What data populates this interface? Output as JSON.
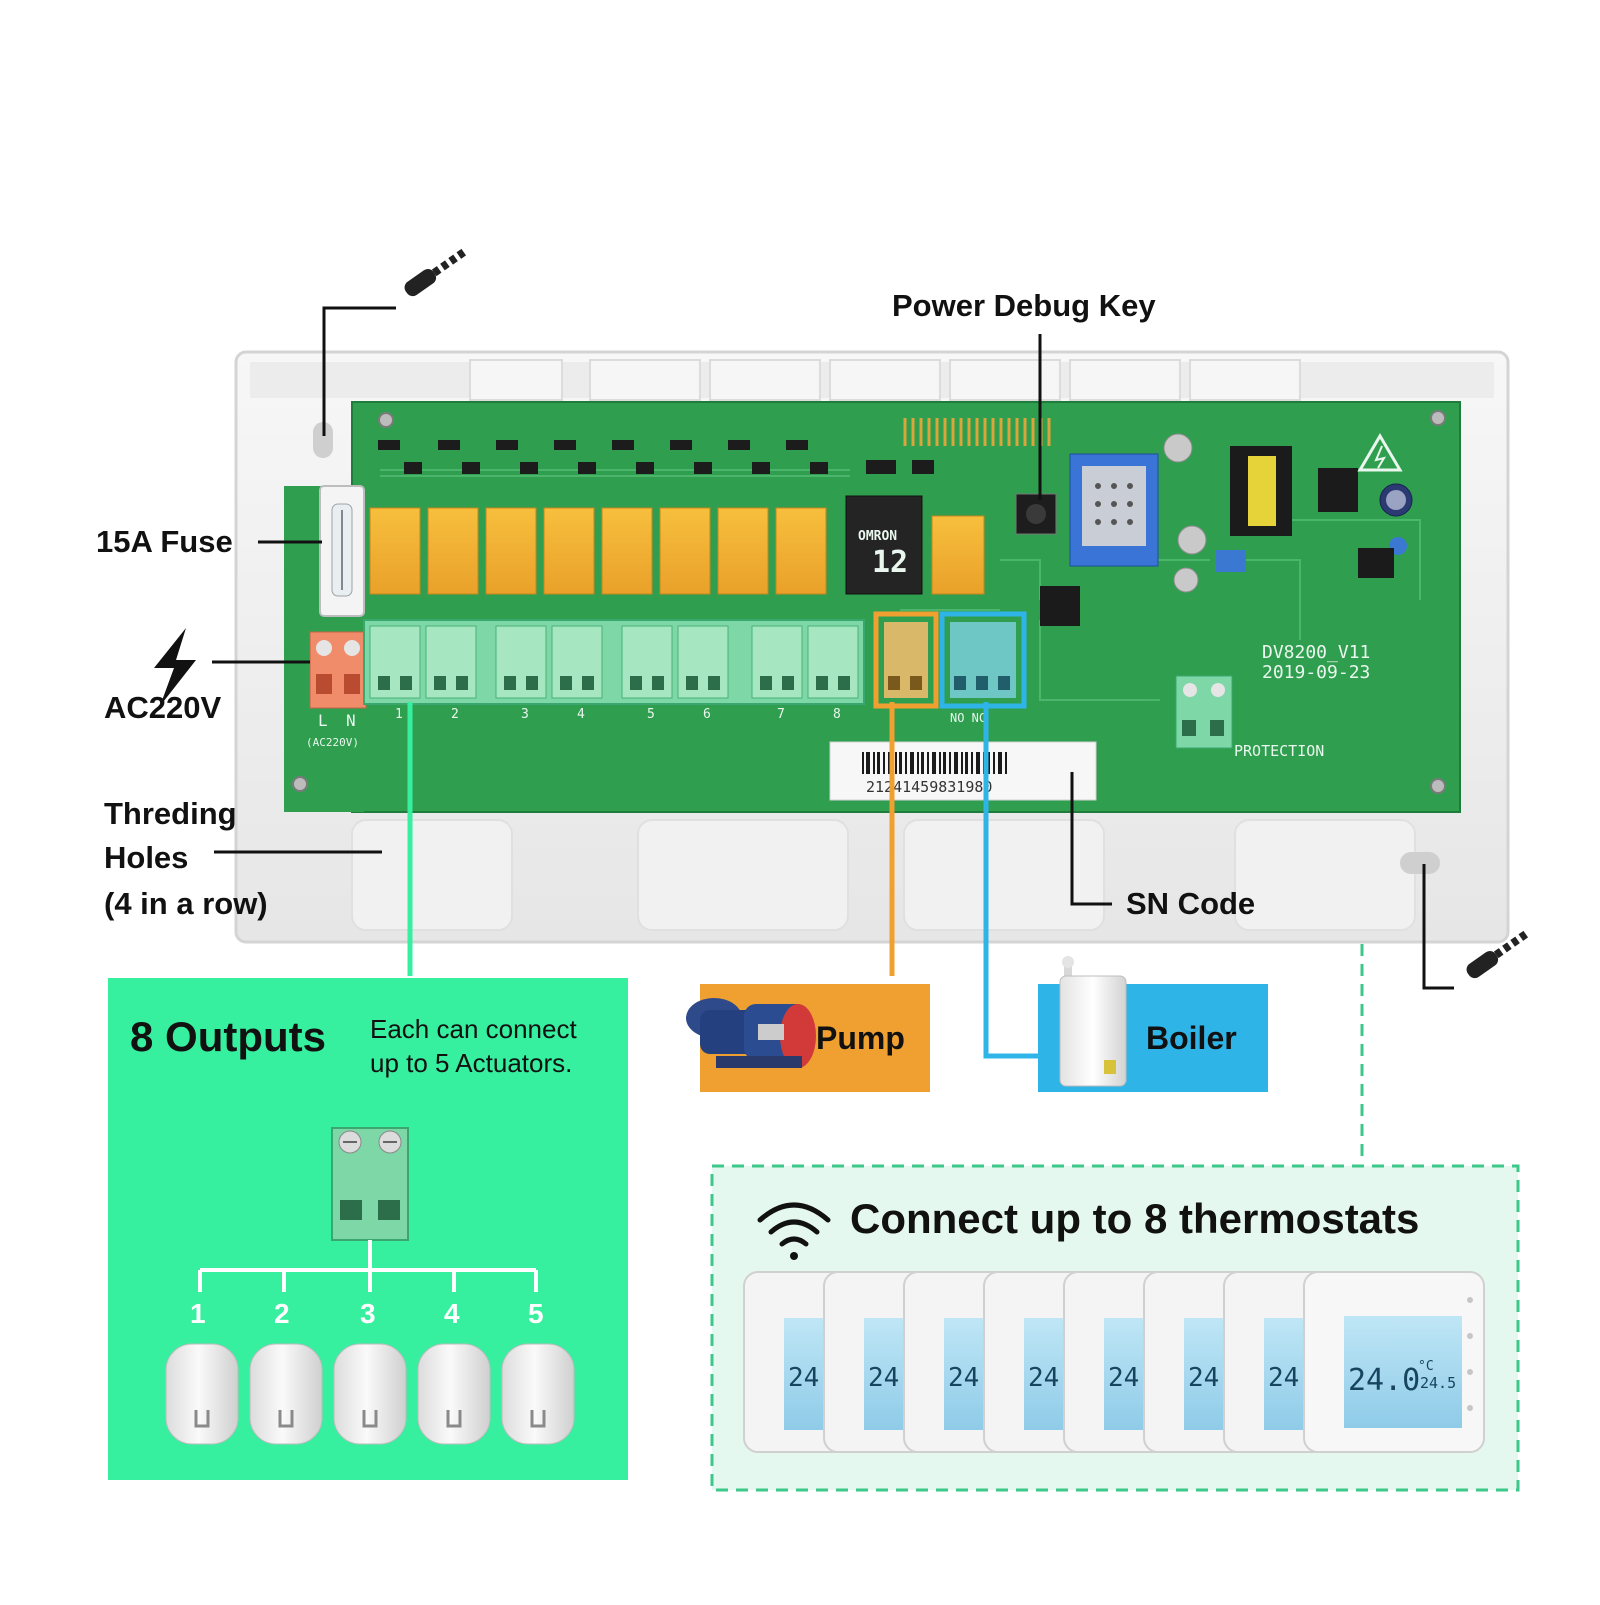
{
  "labels": {
    "power_debug_key": "Power Debug Key",
    "fuse": "15A Fuse",
    "ac_voltage": "AC220V",
    "threading_holes_line1": "Threding",
    "threading_holes_line2": "Holes",
    "threading_holes_line3": "(4 in a row)",
    "sn_code": "SN Code"
  },
  "board": {
    "model": "DV8200_V11",
    "date": "2019-09-23",
    "protection": "PROTECTION",
    "serial": "21241459831980",
    "power_terminal_l": "L",
    "power_terminal_n": "N",
    "power_terminal_caption": "(AC220V)",
    "boiler_terminal_caption": "NO NC",
    "relay_brand": "OMRON",
    "relay_rating": "12",
    "output_numbers": [
      "1",
      "2",
      "3",
      "4",
      "5",
      "6",
      "7",
      "8"
    ]
  },
  "outputs_panel": {
    "title": "8 Outputs",
    "desc_line1": "Each can connect",
    "desc_line2": "up to 5 Actuators.",
    "actuator_numbers": [
      "1",
      "2",
      "3",
      "4",
      "5"
    ]
  },
  "pump": {
    "label": "Pump"
  },
  "boiler": {
    "label": "Boiler"
  },
  "thermostats_panel": {
    "title": "Connect up to 8 thermostats",
    "display_main": "24.0",
    "display_unit": "°C",
    "display_set": "24.5",
    "display_small": "24"
  },
  "colors": {
    "outputs": "#36ef9f",
    "pump": "#f0a030",
    "boiler": "#2fb4e8",
    "pcb": "#2f9e4f",
    "thermostat_panel_bg": "#e4f8ef",
    "thermostat_panel_border": "#3cc88a"
  },
  "icons": [
    "screw-icon",
    "lightning-icon",
    "wifi-icon",
    "pump-icon",
    "boiler-icon",
    "actuator-icon",
    "thermostat-icon"
  ]
}
